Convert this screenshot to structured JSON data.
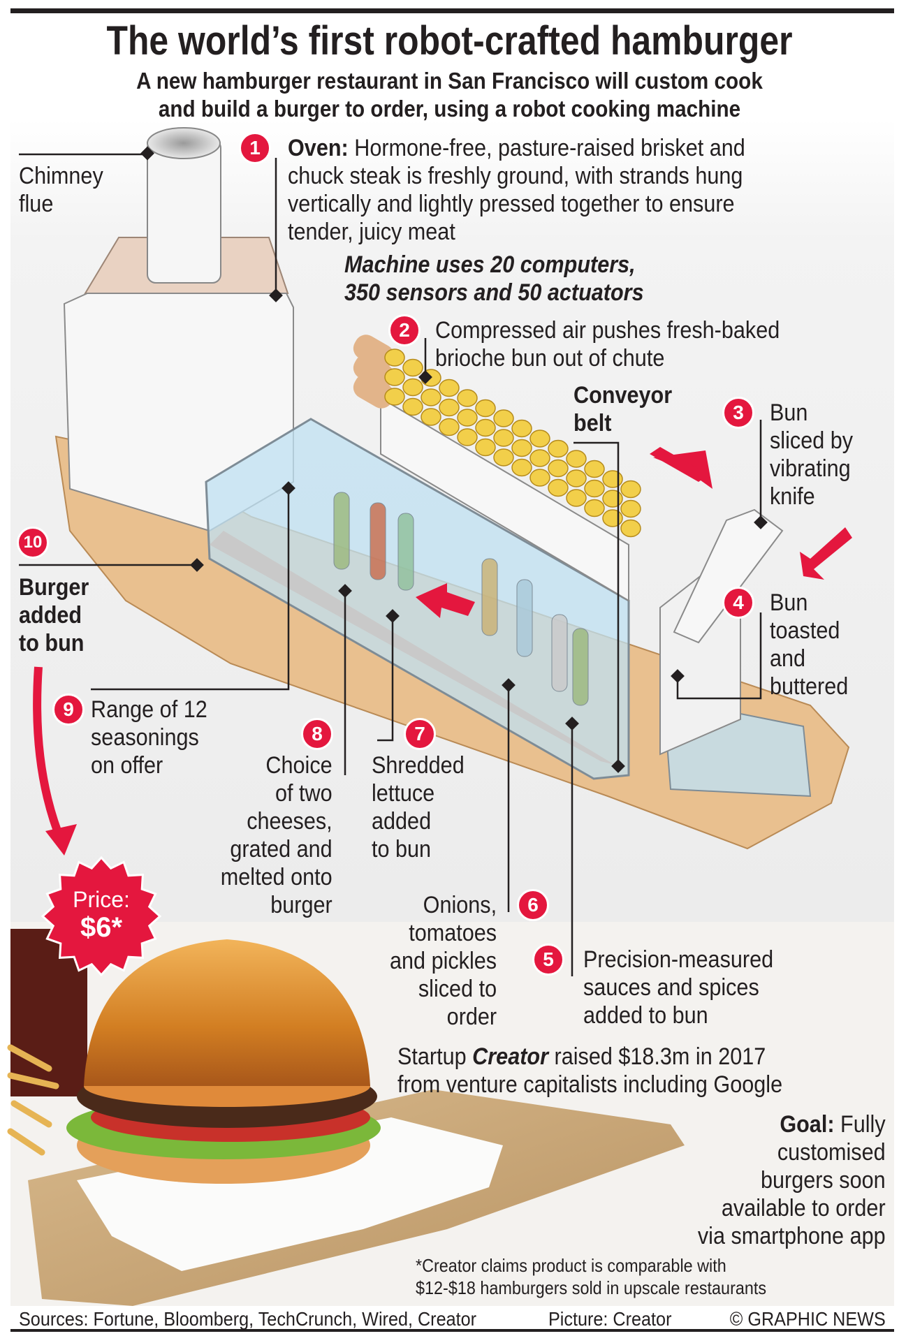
{
  "header": {
    "title": "The world’s first robot-crafted hamburger",
    "subtitle_lines": [
      "A new hamburger restaurant in San Francisco will custom cook",
      "and build a burger to order, using a robot cooking machine"
    ]
  },
  "labels": {
    "chimney": [
      "Chimney",
      "flue"
    ],
    "stats": [
      "Machine uses 20 computers,",
      "350 sensors and 50 actuators"
    ],
    "conveyor": [
      "Conveyor",
      "belt"
    ]
  },
  "steps": [
    {
      "n": "1",
      "bold": "Oven:",
      "lines": [
        " Hormone-free, pasture-raised brisket and",
        "chuck steak is freshly ground, with strands hung",
        "vertically and lightly pressed together to ensure",
        "tender, juicy meat"
      ]
    },
    {
      "n": "2",
      "lines": [
        "Compressed air pushes fresh-baked",
        "brioche bun out of chute"
      ]
    },
    {
      "n": "3",
      "lines": [
        "Bun",
        "sliced by",
        "vibrating",
        "knife"
      ]
    },
    {
      "n": "4",
      "lines": [
        "Bun",
        "toasted",
        "and",
        "buttered"
      ]
    },
    {
      "n": "5",
      "lines": [
        "Precision-measured",
        "sauces and spices",
        "added to bun"
      ]
    },
    {
      "n": "6",
      "lines": [
        "Onions,",
        "tomatoes",
        "and pickles",
        "sliced to",
        "order"
      ]
    },
    {
      "n": "7",
      "lines": [
        "Shredded",
        "lettuce",
        "added",
        "to bun"
      ]
    },
    {
      "n": "8",
      "lines": [
        "Choice",
        "of two",
        "cheeses,",
        "grated and",
        "melted onto",
        "burger"
      ]
    },
    {
      "n": "9",
      "lines": [
        "Range of 12",
        "seasonings",
        "on offer"
      ]
    },
    {
      "n": "10",
      "lines": [
        "Burger",
        "added",
        "to bun"
      ]
    }
  ],
  "price": {
    "label": "Price:",
    "value": "$6*"
  },
  "startup": {
    "pre": "Startup ",
    "name": "Creator",
    "post": " raised $18.3m in 2017",
    "line2": "from venture capitalists including Google"
  },
  "goal": {
    "bold": "Goal:",
    "lines": [
      " Fully",
      "customised",
      "burgers soon",
      "available to order",
      "via smartphone app"
    ]
  },
  "footnote": [
    "*Creator claims product is comparable with",
    "$12-$18 hamburgers sold in upscale restaurants"
  ],
  "footer": {
    "sources": "Sources: Fortune, Bloomberg, TechCrunch, Wired, Creator",
    "picture": "Picture: Creator",
    "credit": "© GRAPHIC NEWS"
  },
  "colors": {
    "accent": "#e4173e",
    "base": "#e9c08f",
    "glass": "#bfe0f2",
    "bun": "#f2cf4a"
  }
}
